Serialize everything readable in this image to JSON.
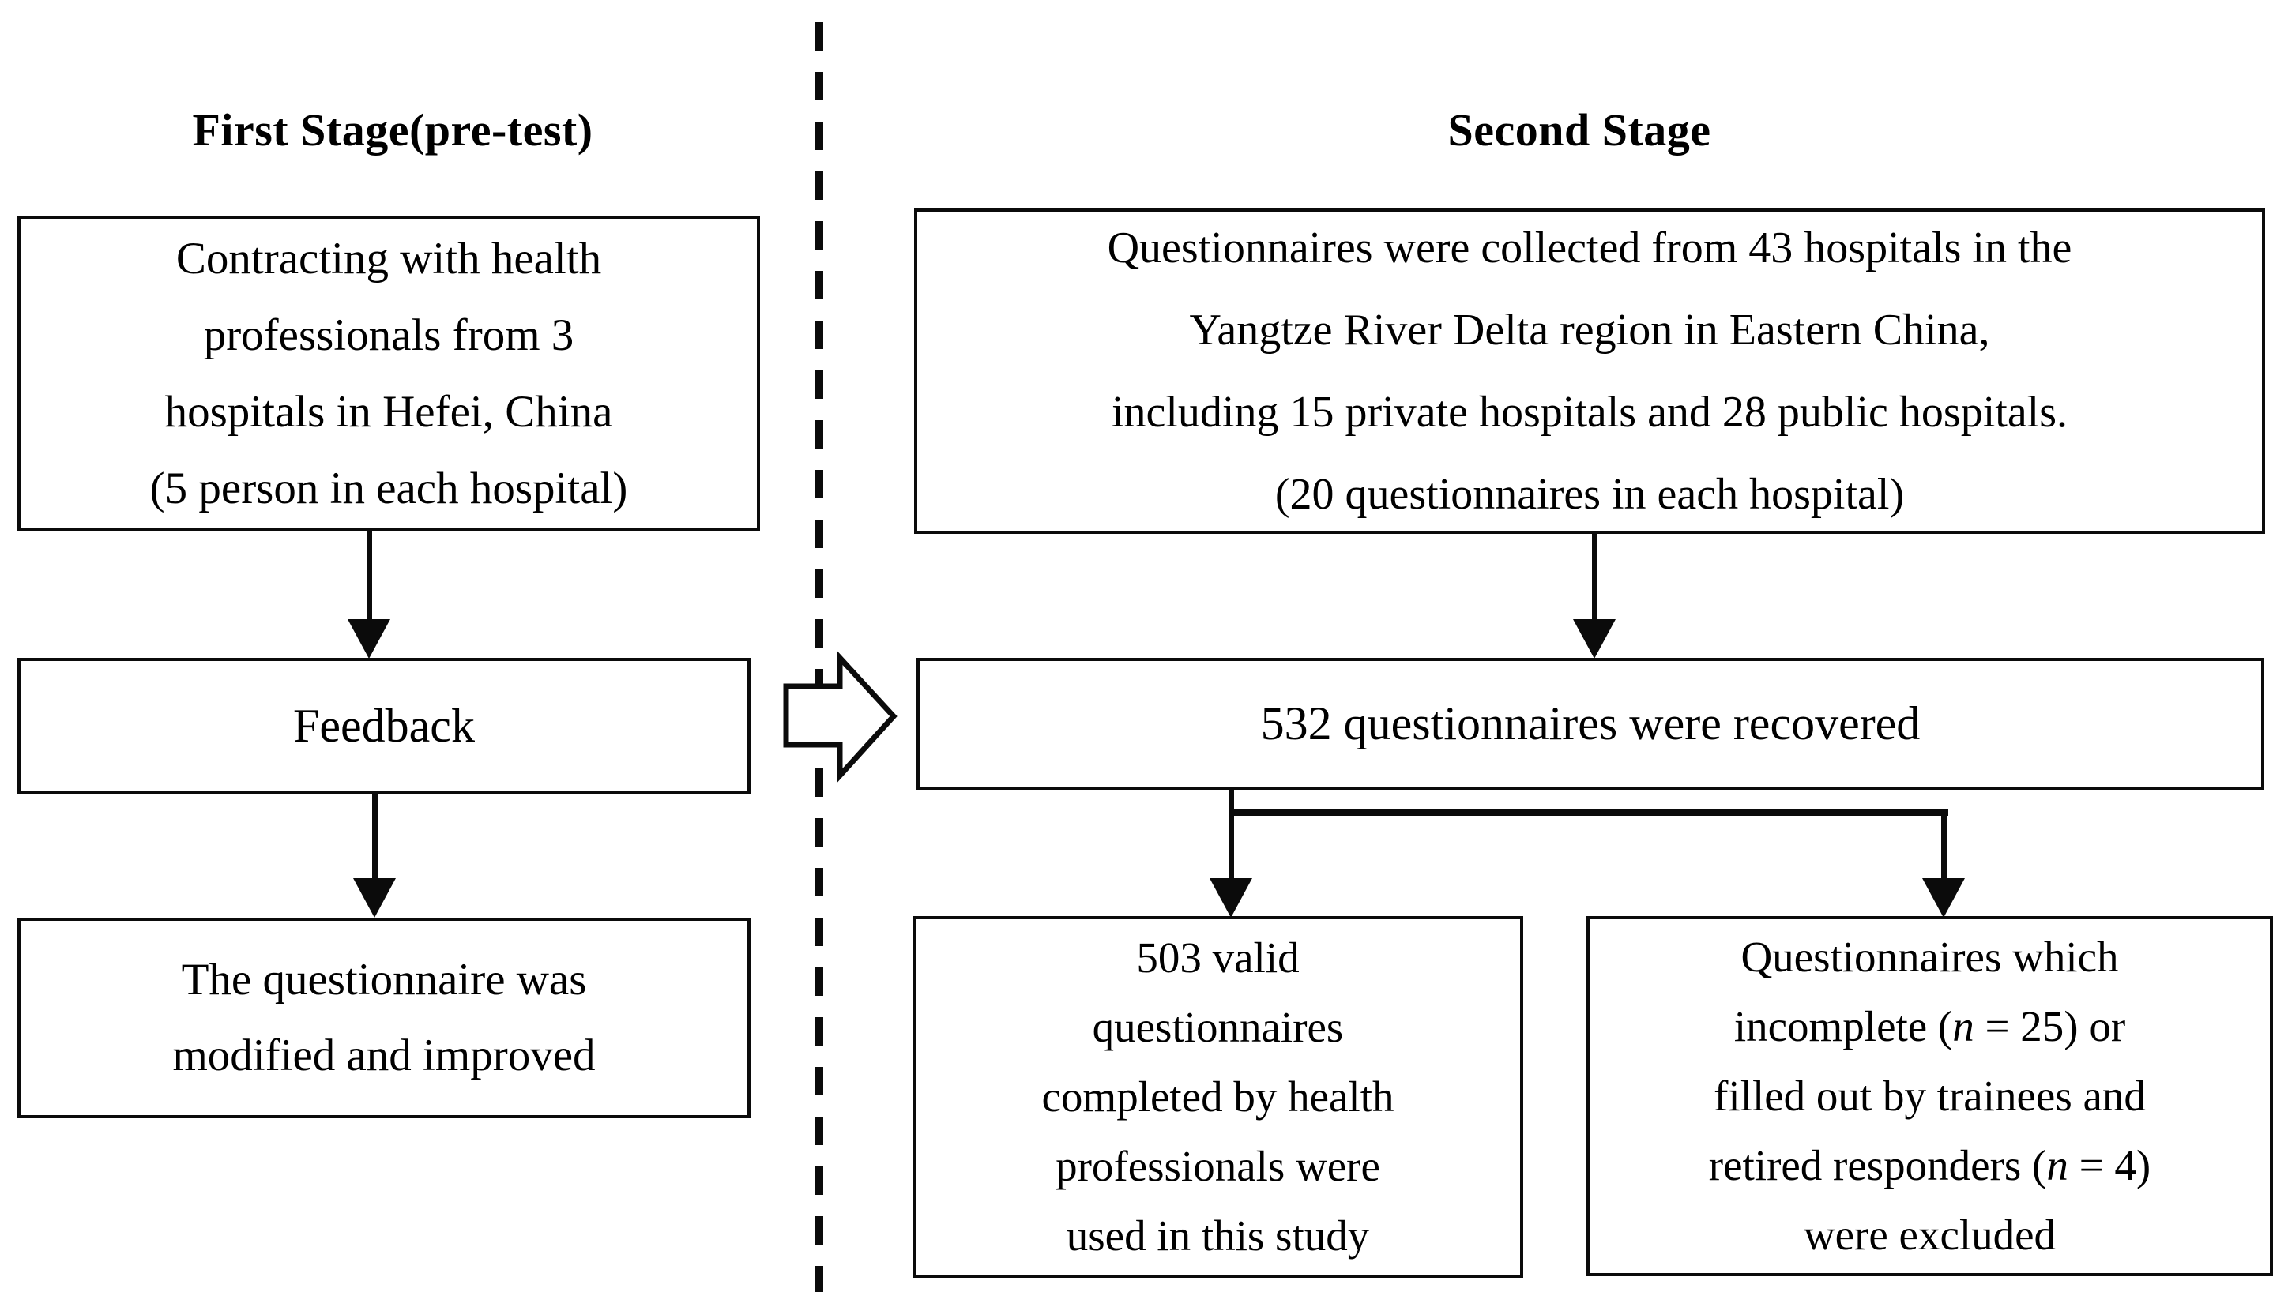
{
  "left": {
    "title": "First Stage(pre-test)",
    "box1": {
      "lines": [
        "Contracting with health",
        "professionals from 3",
        "hospitals in Hefei, China",
        "(5 person in each hospital)"
      ]
    },
    "box2": {
      "label": "Feedback"
    },
    "box3": {
      "lines": [
        "The questionnaire was",
        "modified and improved"
      ]
    }
  },
  "right": {
    "title": "Second Stage",
    "box1": {
      "lines": [
        "Questionnaires were collected from 43 hospitals in the",
        "Yangtze River Delta region in Eastern China,",
        "including 15 private hospitals and 28 public hospitals.",
        "(20 questionnaires in each hospital)"
      ]
    },
    "box2": {
      "label": "532 questionnaires were recovered"
    },
    "box3": {
      "lines": [
        "503 valid",
        "questionnaires",
        "completed by health",
        "professionals were",
        "used in this study"
      ]
    },
    "box4": {
      "line1": "Questionnaires which",
      "line2_pre": "incomplete (",
      "line2_var": "n",
      "line2_post": " = 25) or",
      "line3": "filled out by trainees and",
      "line4_pre": "retired responders (",
      "line4_var": "n",
      "line4_post": " = 4)",
      "line5": "were excluded"
    }
  },
  "colors": {
    "ink": "#0b0b0b",
    "background": "#ffffff",
    "block_arrow_fill": "#ffffff"
  }
}
